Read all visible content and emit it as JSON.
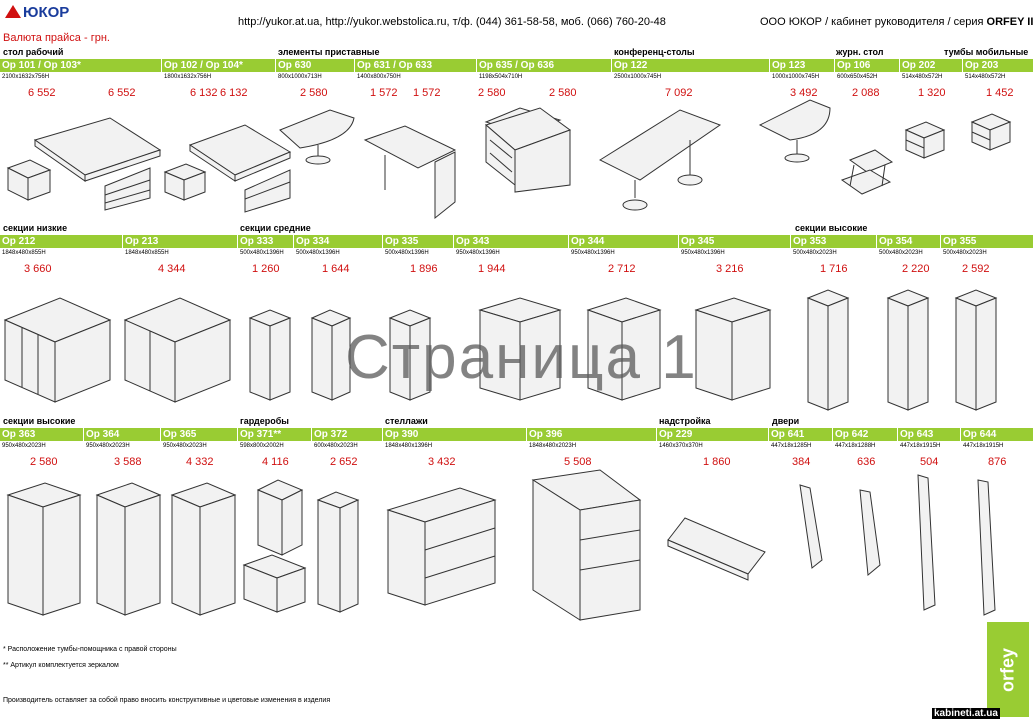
{
  "header": {
    "logo_text": "ЮКОР",
    "contacts": "http://yukor.at.ua, http://yukor.webstolica.ru, т/ф. (044) 361-58-58, моб. (066) 760-20-48",
    "company": "ООО ЮКОР / кабинет руководителя / серия ",
    "series": "ORFEY II",
    "currency": "Валюта прайса - грн."
  },
  "categories": {
    "desk": "стол рабочий",
    "attach": "элементы приставные",
    "conf": "конференц-столы",
    "coffee": "журн. стол",
    "mobile": "тумбы мобильные",
    "low": "секции низкие",
    "mid": "секции средние",
    "high1": "секции высокие",
    "high2": "секции высокие",
    "ward": "гардеробы",
    "rack": "стеллажи",
    "top": "надстройка",
    "doors": "двери"
  },
  "row1": [
    {
      "code": "Op 101 / Op 103*",
      "dim": "2100x1632x756H",
      "prices": [
        "6 552",
        "6 552"
      ]
    },
    {
      "code": "Op 102 / Op 104*",
      "dim": "1800x1632x756H",
      "prices": [
        "6 132",
        "6 132"
      ]
    },
    {
      "code": "Op 630",
      "dim": "800x1000x713H",
      "prices": [
        "2 580"
      ]
    },
    {
      "code": "Op 631 / Op 633",
      "dim": "1400x800x750H",
      "prices": [
        "1 572",
        "1 572"
      ]
    },
    {
      "code": "Op 635 / Op 636",
      "dim": "1198x504x710H",
      "prices": [
        "2 580",
        "2 580"
      ]
    },
    {
      "code": "Op 122",
      "dim": "2500x1000x745H",
      "prices": [
        "7 092"
      ]
    },
    {
      "code": "Op 123",
      "dim": "1000x1000x745H",
      "prices": [
        "3 492"
      ]
    },
    {
      "code": "Op 106",
      "dim": "600x650x452H",
      "prices": [
        "2 088"
      ]
    },
    {
      "code": "Op 202",
      "dim": "514x480x572H",
      "prices": [
        "1 320"
      ]
    },
    {
      "code": "Op 203",
      "dim": "514x480x572H",
      "prices": [
        "1 452"
      ]
    }
  ],
  "row2": [
    {
      "code": "Op 212",
      "dim": "1848x480x855H",
      "prices": [
        "3 660"
      ]
    },
    {
      "code": "Op 213",
      "dim": "1848x480x855H",
      "prices": [
        "4 344"
      ]
    },
    {
      "code": "Op 333",
      "dim": "500x480x1396H",
      "prices": [
        "1 260"
      ]
    },
    {
      "code": "Op 334",
      "dim": "500x480x1396H",
      "prices": [
        "1 644"
      ]
    },
    {
      "code": "Op 335",
      "dim": "500x480x1396H",
      "prices": [
        "1 896"
      ]
    },
    {
      "code": "Op 343",
      "dim": "950x480x1396H",
      "prices": [
        "1 944"
      ]
    },
    {
      "code": "Op 344",
      "dim": "950x480x1396H",
      "prices": [
        "2 712"
      ]
    },
    {
      "code": "Op 345",
      "dim": "950x480x1396H",
      "prices": [
        "3 216"
      ]
    },
    {
      "code": "Op 353",
      "dim": "500x480x2023H",
      "prices": [
        "1 716"
      ]
    },
    {
      "code": "Op 354",
      "dim": "500x480x2023H",
      "prices": [
        "2 220"
      ]
    },
    {
      "code": "Op 355",
      "dim": "500x480x2023H",
      "prices": [
        "2 592"
      ]
    }
  ],
  "row3": [
    {
      "code": "Op 363",
      "dim": "950x480x2023H",
      "prices": [
        "2 580"
      ]
    },
    {
      "code": "Op 364",
      "dim": "950x480x2023H",
      "prices": [
        "3 588"
      ]
    },
    {
      "code": "Op 365",
      "dim": "950x480x2023H",
      "prices": [
        "4 332"
      ]
    },
    {
      "code": "Op 371**",
      "dim": "598x800x2002H",
      "prices": [
        "4 116"
      ]
    },
    {
      "code": "Op 372",
      "dim": "600x480x2023H",
      "prices": [
        "2 652"
      ]
    },
    {
      "code": "Op 390",
      "dim": "1848x480x1396H",
      "prices": [
        "3 432"
      ]
    },
    {
      "code": "Op 396",
      "dim": "1848x480x2023H",
      "prices": [
        "5 508"
      ]
    },
    {
      "code": "Op 229",
      "dim": "1460x370x370H",
      "prices": [
        "1 860"
      ]
    },
    {
      "code": "Op 641",
      "dim": "447x18x1285H",
      "prices": [
        "384"
      ]
    },
    {
      "code": "Op 642",
      "dim": "447x18x1288H",
      "prices": [
        "636"
      ]
    },
    {
      "code": "Op 643",
      "dim": "447x18x1915H",
      "prices": [
        "504"
      ]
    },
    {
      "code": "Op 644",
      "dim": "447x18x1915H",
      "prices": [
        "876"
      ]
    }
  ],
  "watermark": "Страница 1",
  "notes": [
    "* Расположение тумбы-помощника с правой стороны",
    "** Артикул комплектуется зеркалом",
    "Производитель оставляет за собой право вносить конструктивные и цветовые изменения в изделия"
  ],
  "brand": "orfey",
  "site": "kabineti.at.ua",
  "colors": {
    "accent": "#99cc33",
    "price": "#d01010"
  }
}
